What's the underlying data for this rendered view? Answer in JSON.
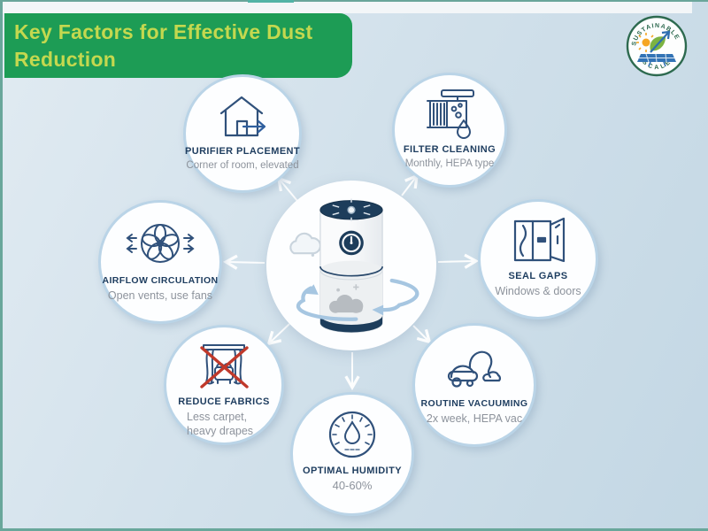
{
  "header": {
    "title_line1": "Key Factors for Effective Dust",
    "title_line2": "Reduction"
  },
  "logo": {
    "top_text": "SUSTAINABLE",
    "bottom_text": "SCALE"
  },
  "center": {
    "illustration": "air-purifier-with-dust-and-airflow"
  },
  "nodes": [
    {
      "id": "purifier-placement",
      "title": "PURIFIER PLACEMENT",
      "subtitle": "Corner of room, elevated",
      "icon": "house-exit-arrow-icon"
    },
    {
      "id": "filter-cleaning",
      "title": "FILTER CLEANING",
      "subtitle": "Monthly, HEPA type",
      "icon": "filter-washing-icon"
    },
    {
      "id": "airflow-circulation",
      "title": "AIRFLOW CIRCULATION",
      "subtitle": "Open vents, use fans",
      "icon": "fan-airflow-icon"
    },
    {
      "id": "seal-gaps",
      "title": "SEAL GAPS",
      "subtitle": "Windows & doors",
      "icon": "open-window-icon"
    },
    {
      "id": "reduce-fabrics",
      "title": "REDUCE FABRICS",
      "subtitle": "Less carpet, heavy drapes",
      "icon": "crossed-fabrics-icon"
    },
    {
      "id": "routine-vacuuming",
      "title": "ROUTINE VACUUMING",
      "subtitle": "2x week, HEPA vac",
      "icon": "vacuum-cleaner-icon"
    },
    {
      "id": "optimal-humidity",
      "title": "OPTIMAL HUMIDITY",
      "subtitle": "40-60%",
      "icon": "hygrometer-icon"
    }
  ],
  "colors": {
    "banner_green": "#1d9c55",
    "banner_text": "#c4d84f",
    "background_blue": "#cfe0ea",
    "teal_edge": "#69a79b",
    "node_border": "#bad4e7",
    "node_title_navy": "#1e3d5f",
    "node_subtitle_gray": "#8d939c",
    "icon_navy": "#30517b",
    "red_cross": "#c0392b",
    "purifier_navy": "#1d3d5b",
    "swirl_blue": "#a6c6e1",
    "logo_green": "#2d6a4f",
    "logo_sun_orange": "#f5a623",
    "logo_panel_blue": "#3273b5"
  }
}
